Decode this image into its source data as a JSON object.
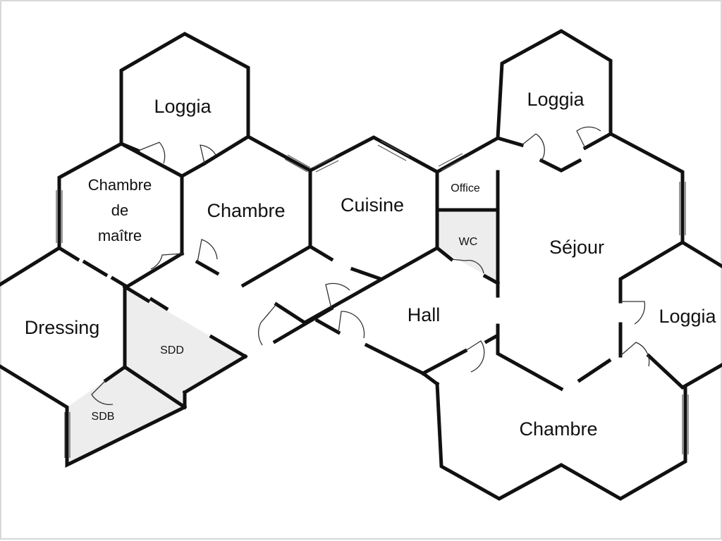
{
  "rooms": {
    "loggia_left": "Loggia",
    "chambre_maitre_line1": "Chambre",
    "chambre_maitre_line2": "de",
    "chambre_maitre_line3": "maître",
    "chambre_left": "Chambre",
    "cuisine": "Cuisine",
    "office": "Office",
    "wc": "WC",
    "loggia_right": "Loggia",
    "sejour": "Séjour",
    "loggia_far_right": "Loggia",
    "dressing": "Dressing",
    "sdd": "SDD",
    "sdb": "SDB",
    "hall": "Hall",
    "chambre_bottom": "Chambre"
  },
  "colors": {
    "wall": "#111111",
    "wet_area": "#ededed",
    "background": "#ffffff"
  }
}
